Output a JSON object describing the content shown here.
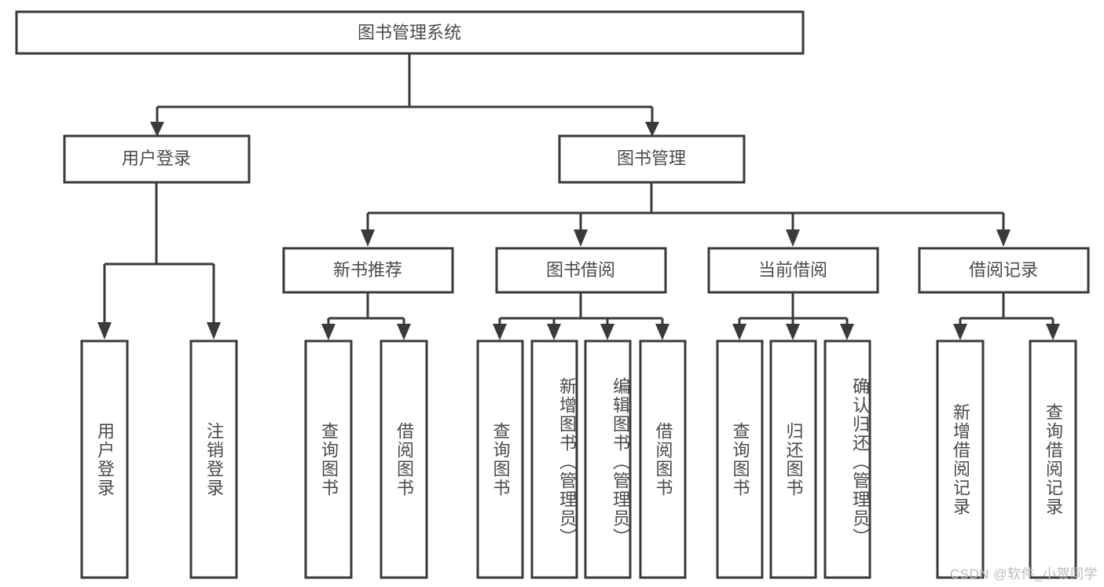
{
  "diagram": {
    "type": "hierarchy-tree",
    "orientation": "top-down",
    "title_node": {
      "label": "图书管理系统"
    },
    "level2": [
      {
        "label": "用户登录"
      },
      {
        "label": "图书管理"
      }
    ],
    "level3": [
      {
        "label": "新书推荐"
      },
      {
        "label": "图书借阅"
      },
      {
        "label": "当前借阅"
      },
      {
        "label": "借阅记录"
      }
    ],
    "leaves": {
      "user_login": [
        {
          "label": "用户登录"
        },
        {
          "label": "注销登录"
        }
      ],
      "new_book_recommend": [
        {
          "label": "查询图书"
        },
        {
          "label": "借阅图书"
        }
      ],
      "book_borrow": [
        {
          "label": "查询图书"
        },
        {
          "label": "新增图书（管理员）"
        },
        {
          "label": "编辑图书（管理员）"
        },
        {
          "label": "借阅图书"
        }
      ],
      "current_borrow": [
        {
          "label": "查询图书"
        },
        {
          "label": "归还图书"
        },
        {
          "label": "确认归还（管理员）"
        }
      ],
      "borrow_record": [
        {
          "label": "新增借阅记录"
        },
        {
          "label": "查询借阅记录"
        }
      ]
    },
    "watermark": "CSDN @软件_小贺同学",
    "colors": {
      "stroke": "#3a3a3a",
      "fill": "#ffffff",
      "text": "#4a4a4a",
      "watermark": "#b9b9b9",
      "background": "#ffffff"
    }
  }
}
